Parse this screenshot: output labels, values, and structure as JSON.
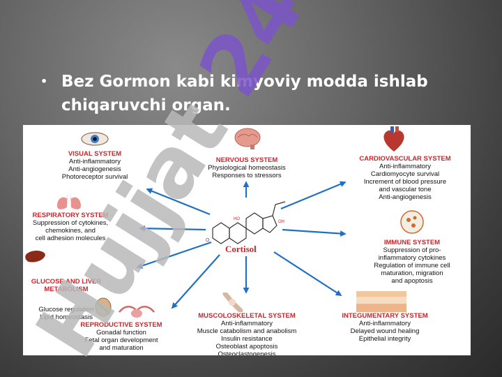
{
  "slide": {
    "bullet": "•",
    "text": "Bez   Gormon kabi kimyoviy modda ishlab chiqaruvchi organ."
  },
  "diagram": {
    "center": "Cortisol",
    "systems": [
      {
        "id": "visual",
        "title": "VISUAL SYSTEM",
        "desc": "Anti-inflammatory\nAnti-angiogenesis\nPhotoreceptor survival"
      },
      {
        "id": "nervous",
        "title": "NERVOUS SYSTEM",
        "desc": "Physiological homeostasis\nResponses to stressors"
      },
      {
        "id": "cardio",
        "title": "CARDIOVASCULAR SYSTEM",
        "desc": "Anti-inflammatory\nCardiomyocyte survival\nIncrement of blood pressure\nand vascular tone\nAnti-angiogenesis"
      },
      {
        "id": "respiratory",
        "title": "RESPIRATORY SYSTEM",
        "desc": "Suppression of cytokines,\nchemokines, and\ncell adhesion molecules"
      },
      {
        "id": "immune",
        "title": "IMMUNE SYSTEM",
        "desc": "Suppression of pro-\ninflammatory cytokines\nRegulation of immune cell\nmaturation, migration\nand apoptosis"
      },
      {
        "id": "glucose",
        "title": "GLUCOSE AND LIVER\nMETABOLISM",
        "desc": "Glucose regulation\nLipid homeostasis"
      },
      {
        "id": "reproductive",
        "title": "REPRODUCTIVE SYSTEM",
        "desc": "Gonadal function\nFetal organ development\nand maturation"
      },
      {
        "id": "musculo",
        "title": "MUSCOLOSKELETAL SYSTEM",
        "desc": "Anti-inflammatory\nMuscle catabolism and anabolism\nInsulin resistance\nOsteoblast apoptosis\nOsteoclastogenesis"
      },
      {
        "id": "integumentary",
        "title": "INTEGUMENTARY SYSTEM",
        "desc": "Anti-inflammatory\nDelayed wound healing\nEpithelial integrity"
      }
    ],
    "molecule_labels": [
      "OH",
      "HO",
      "O"
    ]
  },
  "watermark": {
    "text": "Hujjat 24"
  },
  "colors": {
    "title_red": "#c8262b",
    "arrow_blue": "#1f6fc2",
    "watermark": "#b9b9b9",
    "watermark_24": "#7b55c9"
  }
}
